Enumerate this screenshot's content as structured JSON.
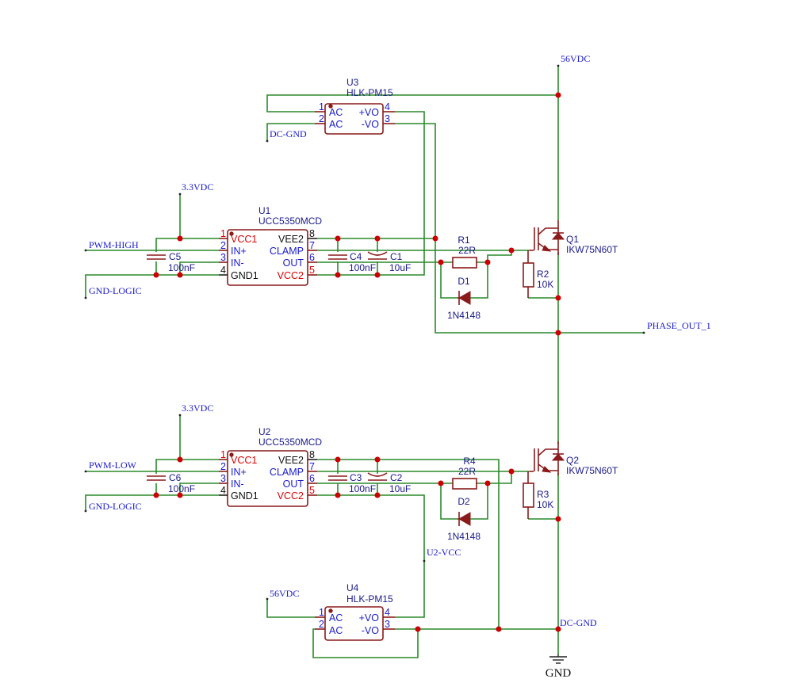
{
  "schematic": {
    "nets": {
      "v56_top": "56VDC",
      "v33_u1": "3.3VDC",
      "pwm_high": "PWM-HIGH",
      "gnd_logic_u1": "GND-LOGIC",
      "dcgnd_u3": "DC-GND",
      "phase_out": "PHASE_OUT_1",
      "v33_u2": "3.3VDC",
      "pwm_low": "PWM-LOW",
      "gnd_logic_u2": "GND-LOGIC",
      "u2vcc": "U2-VCC",
      "v56_u4": "56VDC",
      "dcgnd_bottom": "DC-GND",
      "gnd": "GND"
    },
    "u3": {
      "ref": "U3",
      "value": "HLK-PM15",
      "pins": [
        {
          "num": "1",
          "name": "AC"
        },
        {
          "num": "2",
          "name": "AC"
        },
        {
          "num": "4",
          "name": "+VO"
        },
        {
          "num": "3",
          "name": "-VO"
        }
      ]
    },
    "u4": {
      "ref": "U4",
      "value": "HLK-PM15",
      "pins": [
        {
          "num": "1",
          "name": "AC"
        },
        {
          "num": "2",
          "name": "AC"
        },
        {
          "num": "4",
          "name": "+VO"
        },
        {
          "num": "3",
          "name": "-VO"
        }
      ]
    },
    "u1": {
      "ref": "U1",
      "value": "UCC5350MCD",
      "pins": [
        {
          "num": "1",
          "name": "VCC1"
        },
        {
          "num": "2",
          "name": "IN+"
        },
        {
          "num": "3",
          "name": "IN-"
        },
        {
          "num": "4",
          "name": "GND1"
        },
        {
          "num": "8",
          "name": "VEE2"
        },
        {
          "num": "7",
          "name": "CLAMP"
        },
        {
          "num": "6",
          "name": "OUT"
        },
        {
          "num": "5",
          "name": "VCC2"
        }
      ]
    },
    "u2": {
      "ref": "U2",
      "value": "UCC5350MCD",
      "pins": [
        {
          "num": "1",
          "name": "VCC1"
        },
        {
          "num": "2",
          "name": "IN+"
        },
        {
          "num": "3",
          "name": "IN-"
        },
        {
          "num": "4",
          "name": "GND1"
        },
        {
          "num": "8",
          "name": "VEE2"
        },
        {
          "num": "7",
          "name": "CLAMP"
        },
        {
          "num": "6",
          "name": "OUT"
        },
        {
          "num": "5",
          "name": "VCC2"
        }
      ]
    },
    "c5": {
      "ref": "C5",
      "value": "100nF"
    },
    "c6": {
      "ref": "C6",
      "value": "100nF"
    },
    "c4": {
      "ref": "C4",
      "value": "100nF"
    },
    "c3": {
      "ref": "C3",
      "value": "100nF"
    },
    "c1": {
      "ref": "C1",
      "value": "10uF"
    },
    "c2": {
      "ref": "C2",
      "value": "10uF"
    },
    "r1": {
      "ref": "R1",
      "value": "22R"
    },
    "r4": {
      "ref": "R4",
      "value": "22R"
    },
    "r2": {
      "ref": "R2",
      "value": "10K"
    },
    "r3": {
      "ref": "R3",
      "value": "10K"
    },
    "d1": {
      "ref": "D1",
      "value": "1N4148"
    },
    "d2": {
      "ref": "D2",
      "value": "1N4148"
    },
    "q1": {
      "ref": "Q1",
      "value": "IKW75N60T"
    },
    "q2": {
      "ref": "Q2",
      "value": "IKW75N60T"
    }
  }
}
